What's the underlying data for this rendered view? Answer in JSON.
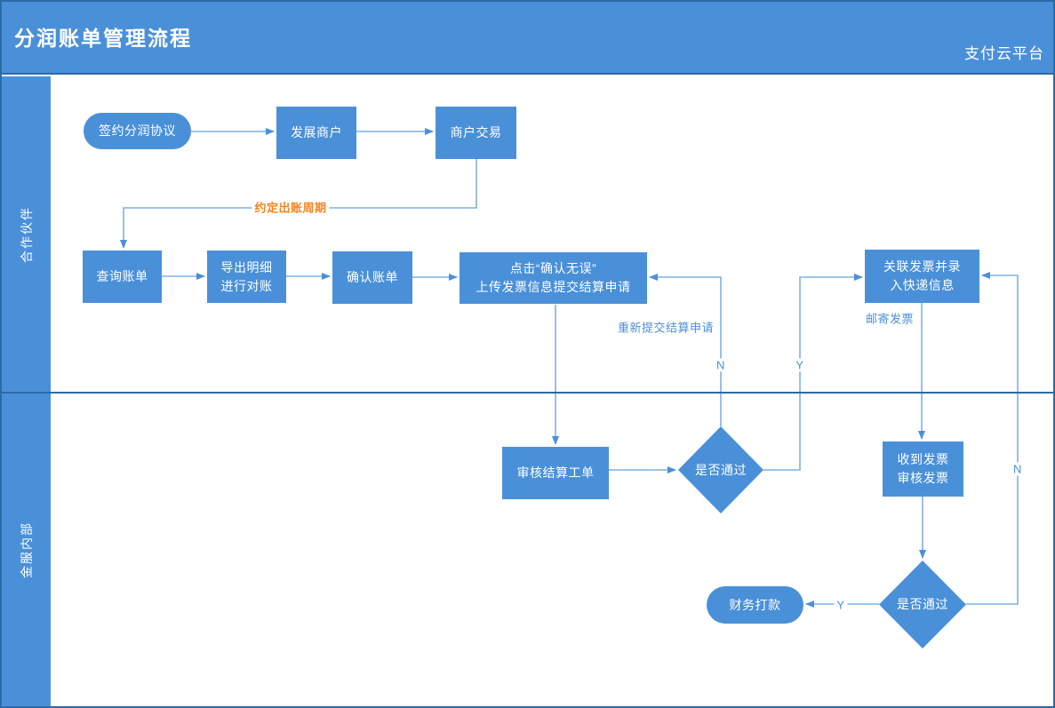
{
  "header": {
    "title": "分润账单管理流程",
    "platform": "支付云平台"
  },
  "lanes": [
    {
      "label": "合作伙伴"
    },
    {
      "label": "金服内部"
    }
  ],
  "nodes": [
    {
      "id": "sign-agreement",
      "type": "stadium",
      "label": "签约分润协议"
    },
    {
      "id": "develop-merchant",
      "type": "rect",
      "label": "发展商户"
    },
    {
      "id": "merchant-trade",
      "type": "rect",
      "label": "商户交易"
    },
    {
      "id": "query-bill",
      "type": "rect",
      "label": "查询账单"
    },
    {
      "id": "export-details",
      "type": "rect",
      "label": "导出明细\n进行对账"
    },
    {
      "id": "confirm-bill",
      "type": "rect",
      "label": "确认账单"
    },
    {
      "id": "submit-settlement",
      "type": "rect",
      "label": "点击“确认无误”\n上传发票信息提交结算申请"
    },
    {
      "id": "link-invoice",
      "type": "rect",
      "label": "关联发票并录\n入快递信息"
    },
    {
      "id": "review-workorder",
      "type": "rect",
      "label": "审核结算工单"
    },
    {
      "id": "decision-pass-1",
      "type": "diamond",
      "label": "是否通过"
    },
    {
      "id": "receive-invoice",
      "type": "rect",
      "label": "收到发票\n审核发票"
    },
    {
      "id": "decision-pass-2",
      "type": "diamond",
      "label": "是否通过"
    },
    {
      "id": "finance-payment",
      "type": "stadium",
      "label": "财务打款"
    }
  ],
  "edge_labels": [
    {
      "id": "billing-cycle",
      "text": "约定出账周期"
    },
    {
      "id": "resubmit",
      "text": "重新提交结算申请"
    },
    {
      "id": "n-1",
      "text": "N"
    },
    {
      "id": "y-1",
      "text": "Y"
    },
    {
      "id": "mail-invoice",
      "text": "邮寄发票"
    },
    {
      "id": "n-2",
      "text": "N"
    },
    {
      "id": "y-2",
      "text": "Y"
    }
  ],
  "colors": {
    "primary": "#4a90d9",
    "border": "#2d6ba4",
    "line": "#7eb1e6",
    "label": "#4a90d9",
    "orange": "#f5831f"
  }
}
